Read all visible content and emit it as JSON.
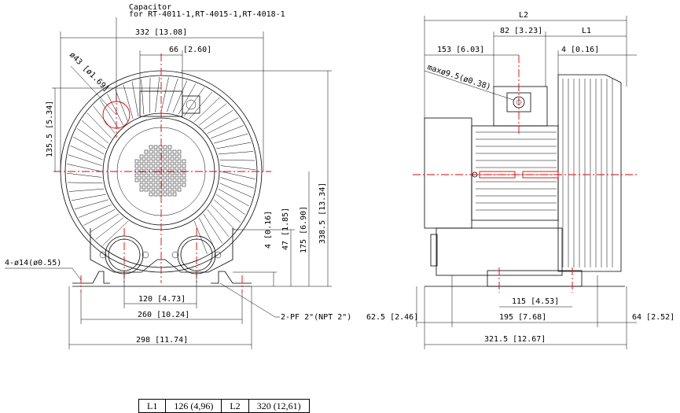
{
  "front": {
    "capacitor_title": "Capacitor",
    "capacitor_models": "for RT-4011-1,RT-4015-1,RT-4018-1",
    "dim_width_top": "332 [13.08]",
    "dim_66": "66 [2.60]",
    "dim_dia43": "ø43 [ø1.69]",
    "dim_135": "135.5 [5.34]",
    "dim_height_total": "338.5 [13.34]",
    "dim_175": "175 [6.90]",
    "dim_47": "47 [1.85]",
    "dim_4": "4 [0.16]",
    "holes": "4-ø14(ø0.55)",
    "dim_120": "120 [4.73]",
    "dim_260": "260 [10.24]",
    "dim_298": "298 [11.74]",
    "port_label": "2-PF 2\"(NPT 2\")"
  },
  "side": {
    "L2": "L2",
    "L1": "L1",
    "dim_82": "82 [3.23]",
    "dim_153": "153 [6.03]",
    "dim_4b": "4 [0.16]",
    "max_dia": "maxø9.5(ø0.38)",
    "dim_115": "115 [4.53]",
    "dim_195": "195 [7.68]",
    "dim_625": "62.5 [2.46]",
    "dim_64": "64 [2.52]",
    "dim_3215": "321.5 [12.67]"
  },
  "table": {
    "l1_label": "L1",
    "l1_value": "126 (4,96)",
    "l2_label": "L2",
    "l2_value": "320 (12,61)"
  }
}
